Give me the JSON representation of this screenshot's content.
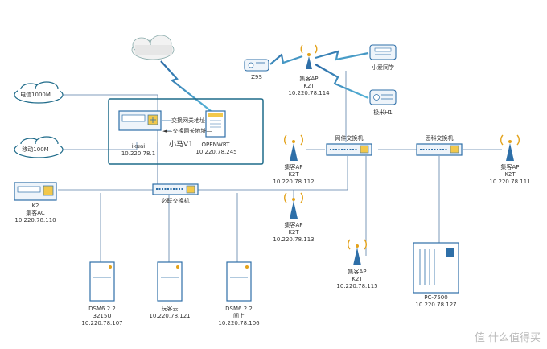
{
  "internet_links": {
    "telecom": "电信1000M",
    "mobile": "移动100M"
  },
  "ikuai": {
    "name": "ikuai",
    "ip": "10.220.78.1"
  },
  "openwrt": {
    "name": "OPENWRT",
    "ip": "10.220.78.245"
  },
  "box_title": "小马V1",
  "gateway_arrow_1": "—交换网关地址",
  "gateway_arrow_2": "◄—交换网关地址—",
  "k2": {
    "name": "K2",
    "role": "集客AC",
    "ip": "10.220.78.110"
  },
  "bilian_switch": {
    "name": "必联交换机"
  },
  "wangjian_switch": {
    "name": "网件交换机"
  },
  "cisco_switch": {
    "name": "思科交换机"
  },
  "ap_top": {
    "name": "集客AP",
    "model": "K2T",
    "ip": "10.220.78.114"
  },
  "ap_112": {
    "name": "集客AP",
    "model": "K2T",
    "ip": "10.220.78.112"
  },
  "ap_113": {
    "name": "集客AP",
    "model": "K2T",
    "ip": "10.220.78.113"
  },
  "ap_115": {
    "name": "集客AP",
    "model": "K2T",
    "ip": "10.220.78.115"
  },
  "ap_111": {
    "name": "集客AP",
    "model": "K2T",
    "ip": "10.220.78.111"
  },
  "wireless_clients": {
    "z9s": "Z9S",
    "xiaoai": "小爱同学",
    "jimi": "极米H1"
  },
  "nas_1": {
    "name": "DSM6.2.2",
    "model": "3215U",
    "ip": "10.220.78.107"
  },
  "nas_2": {
    "name": "玩客云",
    "ip": "10.220.78.121"
  },
  "nas_3": {
    "name": "DSM6.2.2",
    "model": "间上",
    "ip": "10.220.78.106"
  },
  "pc": {
    "name": "PC-7500",
    "ip": "10.220.78.127"
  },
  "watermark": "值 什么值得买",
  "colors": {
    "line": "#4a7fb5",
    "device": "#2e6fa8",
    "frame": "#1f6b8a",
    "wifi": "#e3a21a"
  }
}
